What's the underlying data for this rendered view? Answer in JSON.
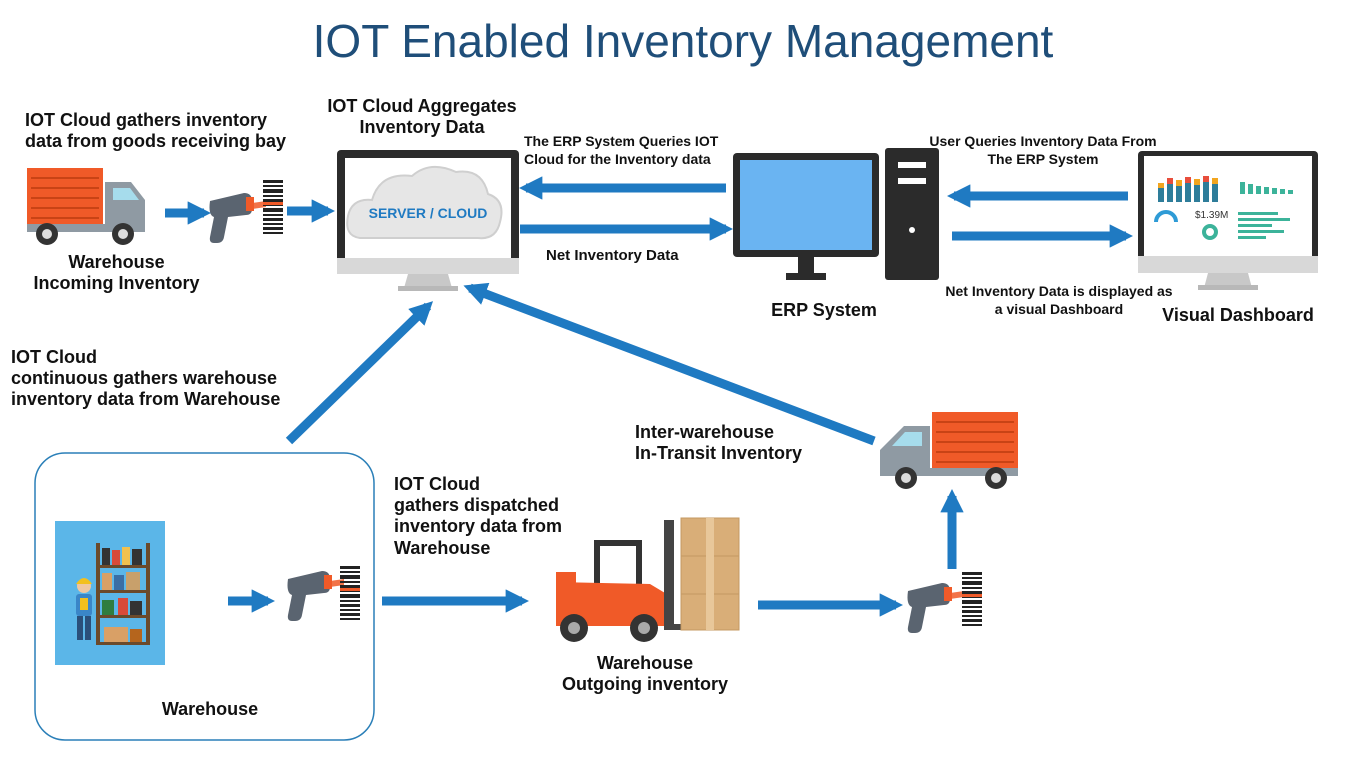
{
  "title": "IOT Enabled Inventory Management",
  "colors": {
    "arrow": "#1f7ac2",
    "title": "#1f4e79",
    "truck_cargo": "#f05a28",
    "screen": "#6ab4f2",
    "warehouse_bg": "#5bb6e8"
  },
  "labels": {
    "receiving_note": "IOT Cloud gathers inventory\ndata from goods receiving bay",
    "incoming_inventory": "Warehouse\nIncoming Inventory",
    "cloud_aggregates": "IOT Cloud Aggregates\nInventory Data",
    "server_cloud": "SERVER / CLOUD",
    "erp_queries": "The ERP System Queries IOT\nCloud for the Inventory data",
    "net_inventory": "Net Inventory Data",
    "user_queries": "User Queries Inventory Data From\nThe ERP System",
    "erp_system": "ERP System",
    "dashboard_note": "Net Inventory Data is displayed as\na visual  Dashboard",
    "visual_dashboard": "Visual Dashboard",
    "continuous_note": "IOT Cloud\ncontinuous  gathers warehouse\ninventory data from Warehouse",
    "in_transit": "Inter-warehouse\nIn-Transit Inventory",
    "dispatched_note": "IOT Cloud\ngathers dispatched\ninventory data from\nWarehouse",
    "outgoing_inventory": "Warehouse\nOutgoing inventory",
    "warehouse": "Warehouse",
    "dashboard_value": "$1.39M"
  },
  "icons": [
    "delivery-truck-icon",
    "barcode-scanner-icon",
    "barcode-icon",
    "monitor-icon",
    "cloud-icon",
    "computer-tower-icon",
    "dashboard-monitor-icon",
    "warehouse-shelves-icon",
    "worker-icon",
    "forklift-icon",
    "cardboard-box-icon"
  ]
}
